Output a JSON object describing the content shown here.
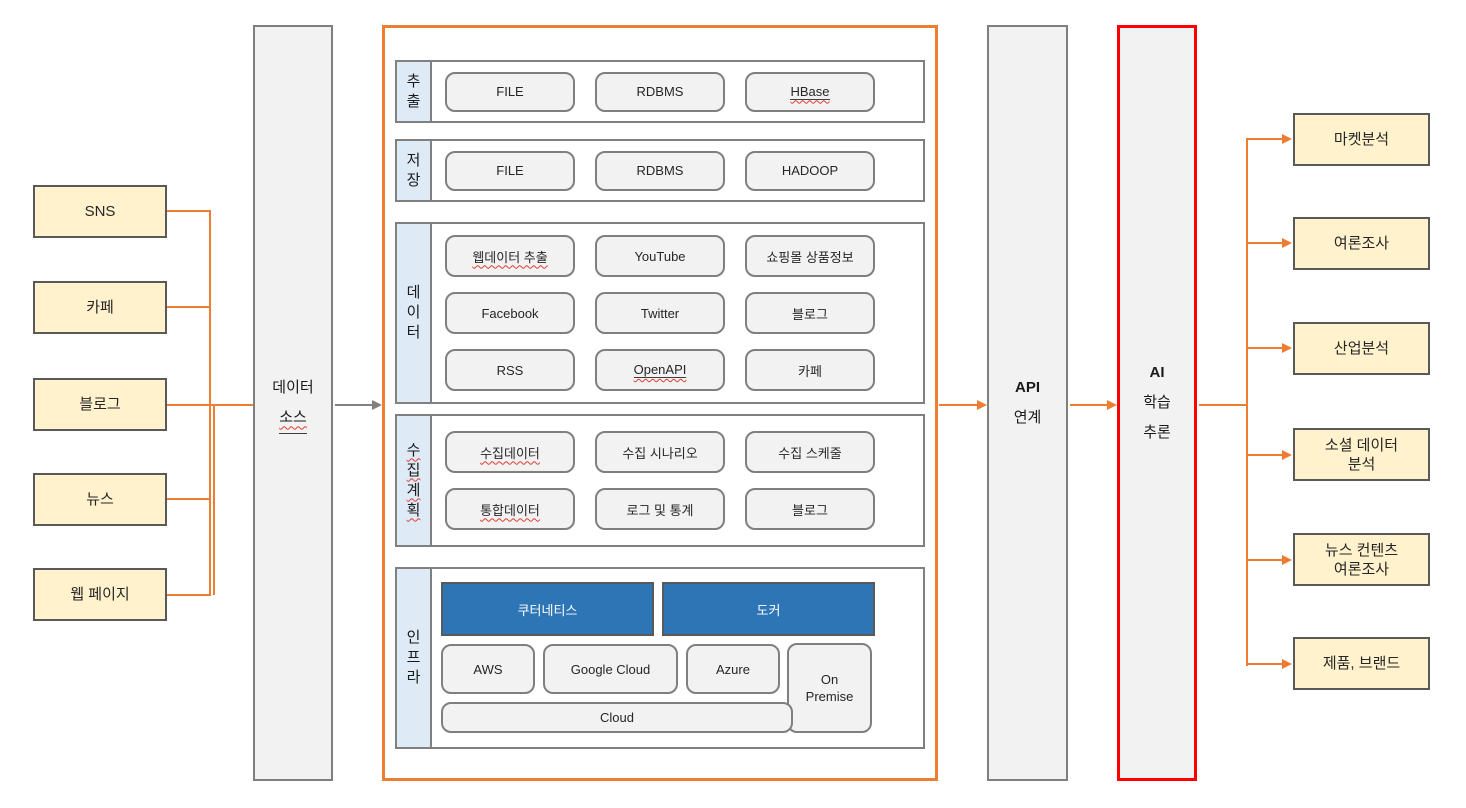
{
  "diagram": {
    "left_sources": [
      "SNS",
      "카페",
      "블로그",
      "뉴스",
      "웹 페이지"
    ],
    "data_source": {
      "line1": "데이터",
      "line2": "소스"
    },
    "sections": {
      "extract": {
        "label": [
          "추",
          "출"
        ],
        "items": [
          "FILE",
          "RDBMS",
          "HBase"
        ]
      },
      "store": {
        "label": [
          "저",
          "장"
        ],
        "items": [
          "FILE",
          "RDBMS",
          "HADOOP"
        ]
      },
      "data": {
        "label": [
          "데",
          "이",
          "터"
        ],
        "items": [
          "웹데이터 추출",
          "YouTube",
          "쇼핑몰 상품정보",
          "Facebook",
          "Twitter",
          "블로그",
          "RSS",
          "OpenAPI",
          "카페"
        ]
      },
      "plan": {
        "label": [
          "수",
          "집",
          "계",
          "획"
        ],
        "items": [
          "수집데이터",
          "수집 시나리오",
          "수집 스케줄",
          "통합데이터",
          "로그 및 통계",
          "블로그"
        ]
      },
      "infra": {
        "label": [
          "인",
          "프",
          "라"
        ],
        "kubernetes": "쿠터네티스",
        "docker": "도커",
        "aws": "AWS",
        "google_cloud": "Google Cloud",
        "azure": "Azure",
        "on_premise_line1": "On",
        "on_premise_line2": "Premise",
        "cloud": "Cloud"
      }
    },
    "api_link": {
      "line1": "API",
      "line2": "연계"
    },
    "ai_inference": {
      "line1": "AI",
      "line2": "학습",
      "line3": "추론"
    },
    "outputs": [
      {
        "line1": "마켓분석"
      },
      {
        "line1": "여론조사"
      },
      {
        "line1": "산업분석"
      },
      {
        "line1": "소셜 데이터",
        "line2": "분석"
      },
      {
        "line1": "뉴스 컨텐츠",
        "line2": "여론조사"
      },
      {
        "line1": "제품, 브랜드"
      }
    ],
    "colors": {
      "accent_orange": "#ED7D31",
      "accent_red": "#FF0000",
      "accent_blue": "#2E75B6",
      "box_yellow": "#FFF2CC",
      "box_gray": "#F2F2F2",
      "label_blue": "#DEEBF7",
      "border_gray": "#7F7F7F",
      "border_dark": "#595959",
      "arrow_gray": "#808080"
    }
  }
}
